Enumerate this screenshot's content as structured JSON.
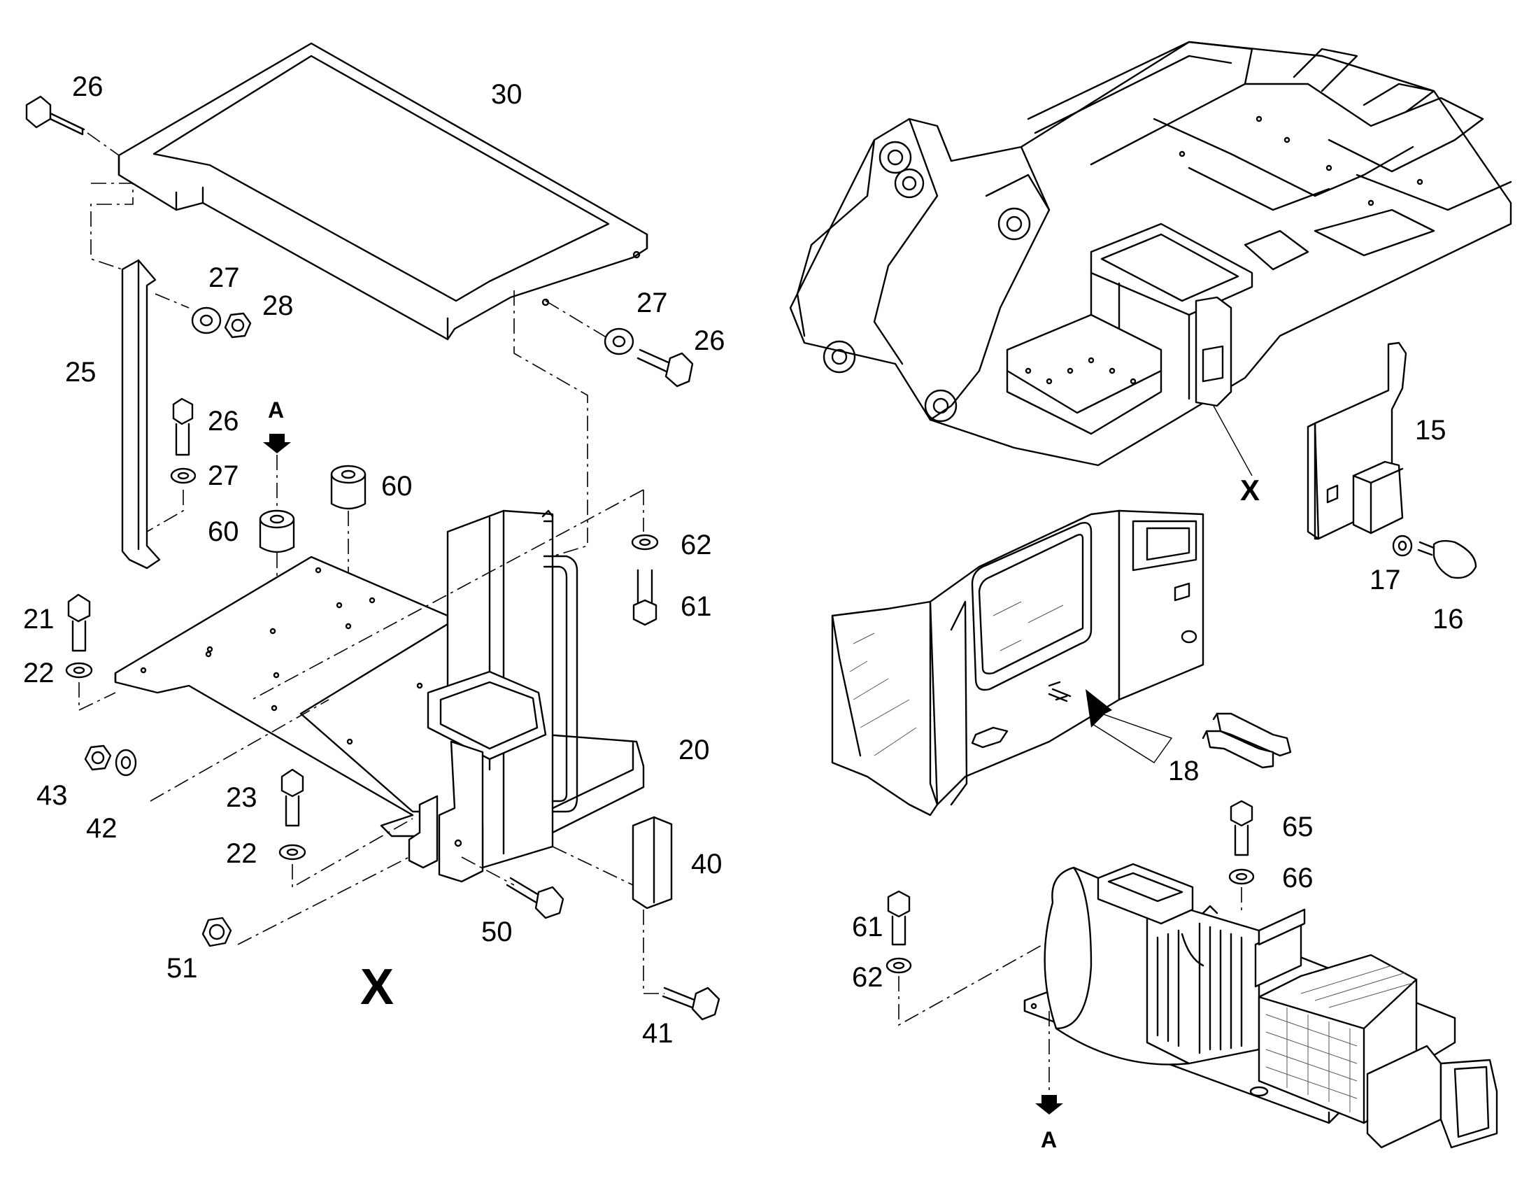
{
  "callouts": {
    "c26a": "26",
    "c30": "30",
    "c27a": "27",
    "c28": "28",
    "c25": "25",
    "c27b": "27",
    "c26b": "26",
    "c26c": "26",
    "c27c": "27",
    "c60a": "60",
    "c60b": "60",
    "c62a": "62",
    "c61a": "61",
    "c21": "21",
    "c22a": "22",
    "c20": "20",
    "c43": "43",
    "c42": "42",
    "c23": "23",
    "c22b": "22",
    "c40": "40",
    "c50": "50",
    "c51": "51",
    "c41": "41",
    "c15": "15",
    "c17": "17",
    "c16": "16",
    "c18": "18",
    "c65": "65",
    "c66": "66",
    "c61b": "61",
    "c62b": "62"
  },
  "view_labels": {
    "view_a_top": "A",
    "view_a_bottom": "A",
    "detail_x_main": "X",
    "detail_x_frame": "X"
  },
  "colors": {
    "line": "#000000",
    "background": "#ffffff"
  }
}
